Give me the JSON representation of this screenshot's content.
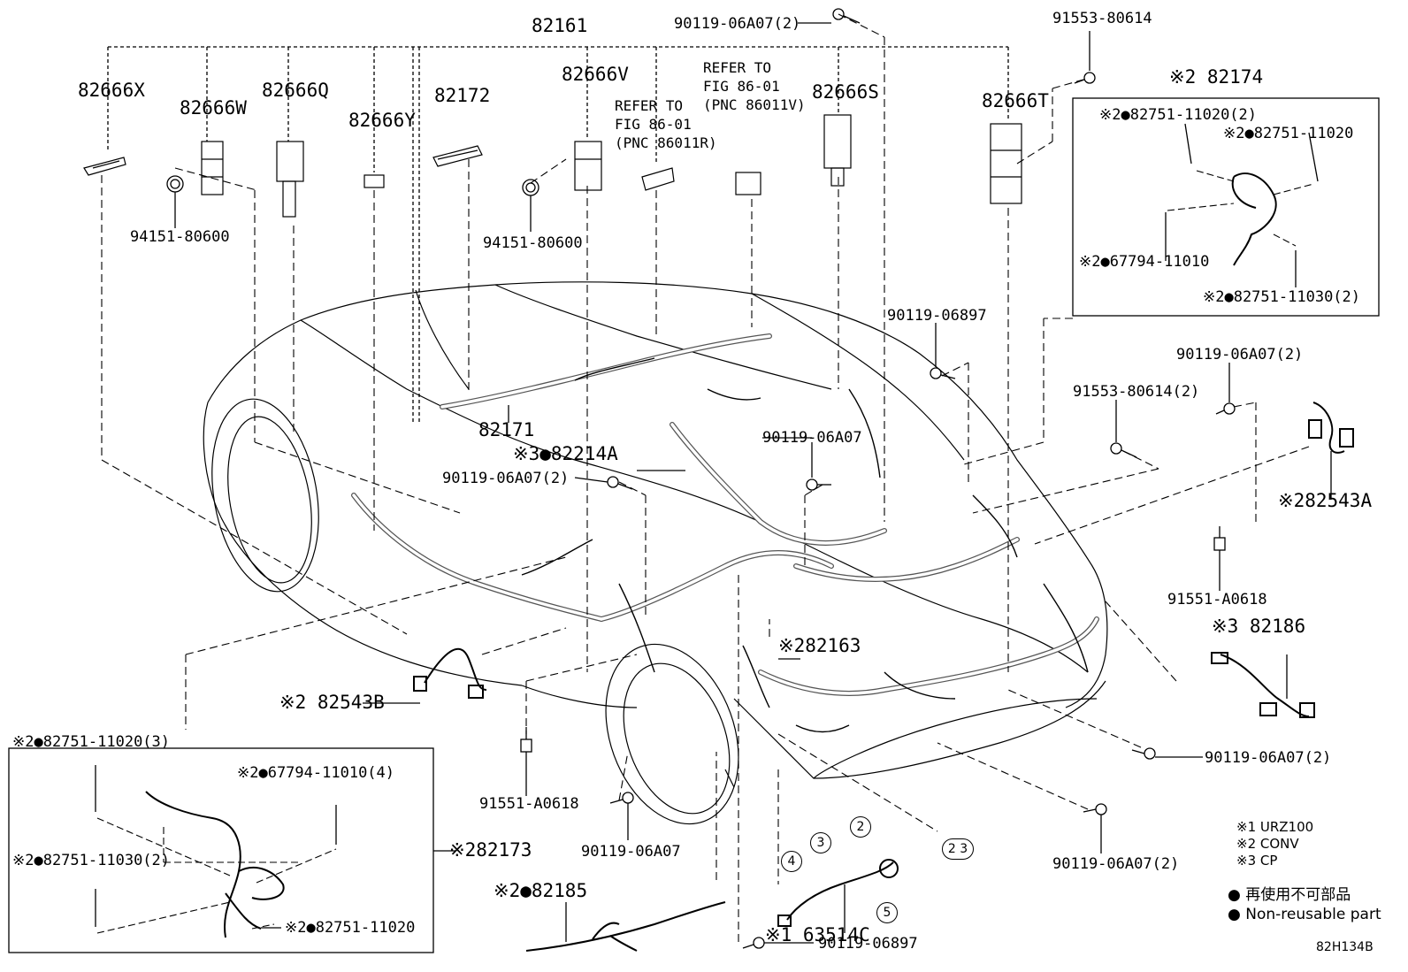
{
  "labels": {
    "p82161": "82161",
    "p90119_06A07_2_top": "90119-06A07(2)",
    "p91553_80614_top": "91553-80614",
    "p82666X": "82666X",
    "p82666W": "82666W",
    "p82666Q": "82666Q",
    "p82666Y": "82666Y",
    "p82172": "82172",
    "p82666V": "82666V",
    "p82666S": "82666S",
    "p82666T": "82666T",
    "p82174": "※2 82174",
    "p82751_11020_2": "※2●82751-11020(2)",
    "p82751_11020_r": "※2●82751-11020",
    "p67794_11010": "※2●67794-11010",
    "p82751_11030_2": "※2●82751-11030(2)",
    "p94151_80600_l": "94151-80600",
    "p94151_80600_r": "94151-80600",
    "p90119_06897_top": "90119-06897",
    "p90119_06A07_2_mr": "90119-06A07(2)",
    "p91553_80614_2": "91553-80614(2)",
    "p82171": "82171",
    "p82214A": "※3●82214A",
    "p90119_06A07_c": "90119-06A07",
    "p90119_06A07_2_c": "90119-06A07(2)",
    "p82543A": "※282543A",
    "p91551_A0618_r": "91551-A0618",
    "p82186": "※3 82186",
    "p82163": "※282163",
    "p82543B": "※2 82543B",
    "p82751_11020_3": "※2●82751-11020(3)",
    "p67794_11010_4": "※2●67794-11010(4)",
    "p82751_11030_2b": "※2●82751-11030(2)",
    "p82751_11020_b": "※2●82751-11020",
    "p82173": "※282173",
    "p91551_A0618_l": "91551-A0618",
    "p90119_06A07_b": "90119-06A07",
    "p82185": "※2●82185",
    "p63514C": "※1 63514C",
    "p90119_06897_b": "90119-06897",
    "p90119_06A07_2_br": "90119-06A07(2)",
    "p90119_06A07_2_rr": "90119-06A07(2)"
  },
  "refers": {
    "fig_r": "REFER TO\nFIG 86-01\n(PNC 86011R)",
    "fig_v": "REFER TO\nFIG 86-01\n(PNC 86011V)"
  },
  "circled": {
    "c2": "2",
    "c3": "3",
    "c4": "4",
    "c5": "5",
    "c23": "2 3"
  },
  "legend": {
    "n1": "※1 URZ100",
    "n2": "※2 CONV",
    "n3": "※3 CP",
    "nonreusable_jp": "● 再使用不可部品",
    "nonreusable_en": "● Non-reusable part"
  },
  "figure_code": "82H134B"
}
